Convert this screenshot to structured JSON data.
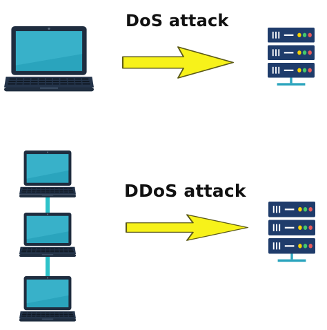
{
  "sections": [
    {
      "title": "DoS attack",
      "attackers": 1
    },
    {
      "title": "DDoS attack",
      "attackers": 3
    }
  ],
  "colors": {
    "laptop_screen": "#2aa4bd",
    "laptop_screen_highlight": "#49c2d8",
    "laptop_body": "#1f2d3f",
    "arrow_fill": "#f7f21a",
    "arrow_stroke": "#5c5a18",
    "server_body": "#1f3c6b",
    "connector": "#2ec2c9"
  },
  "icons": {
    "attacker": "laptop-icon",
    "target": "server-rack-icon",
    "direction": "right-arrow-icon"
  }
}
